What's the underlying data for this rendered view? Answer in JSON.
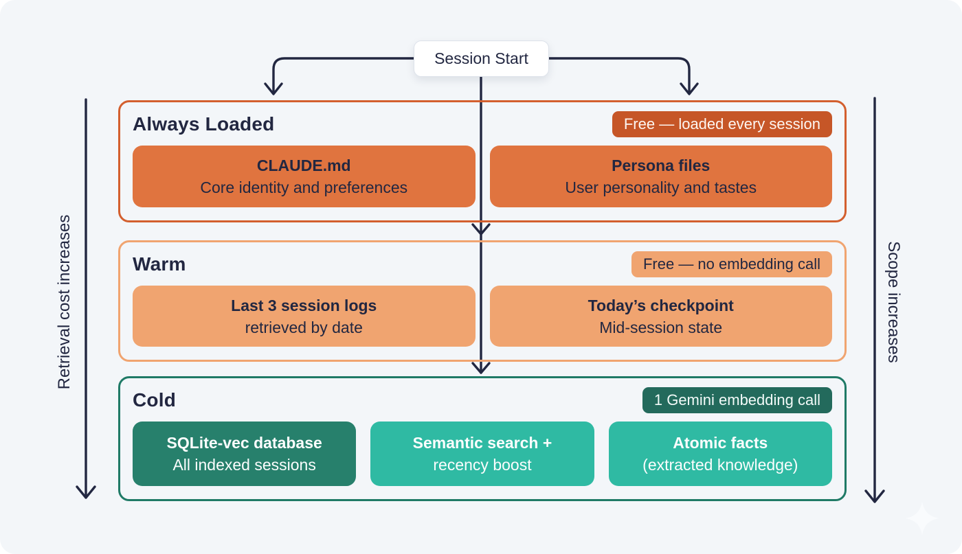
{
  "diagram": {
    "start_node": {
      "label": "Session Start"
    },
    "left_axis": {
      "label": "Retrieval cost increases"
    },
    "right_axis": {
      "label": "Scope increases"
    },
    "tiers": [
      {
        "name": "Always Loaded",
        "badge": "Free — loaded every session",
        "cards": [
          {
            "title": "CLAUDE.md",
            "subtitle": "Core identity and preferences"
          },
          {
            "title": "Persona files",
            "subtitle": "User personality and tastes"
          }
        ]
      },
      {
        "name": "Warm",
        "badge": "Free — no embedding call",
        "cards": [
          {
            "title": "Last 3 session logs",
            "subtitle": "retrieved by date"
          },
          {
            "title": "Today’s checkpoint",
            "subtitle": "Mid-session state"
          }
        ]
      },
      {
        "name": "Cold",
        "badge": "1 Gemini embedding call",
        "cards": [
          {
            "title": "SQLite-vec database",
            "subtitle": "All indexed sessions"
          },
          {
            "title": "Semantic search +",
            "subtitle": "recency boost"
          },
          {
            "title": "Atomic facts",
            "subtitle": "(extracted knowledge)"
          }
        ]
      }
    ],
    "icons": {
      "sparkle": "sparkle-icon"
    }
  },
  "colors": {
    "bg": "#f3f6f9",
    "ink": "#222741",
    "orange-border": "#d35f2e",
    "orange-dark": "#c65627",
    "orange-mid": "#e0743f",
    "orange-light": "#f0a470",
    "teal-border": "#1f7a66",
    "teal-dark": "#236a5c",
    "teal-deep": "#27806c",
    "teal-mid": "#2fbaa3"
  }
}
